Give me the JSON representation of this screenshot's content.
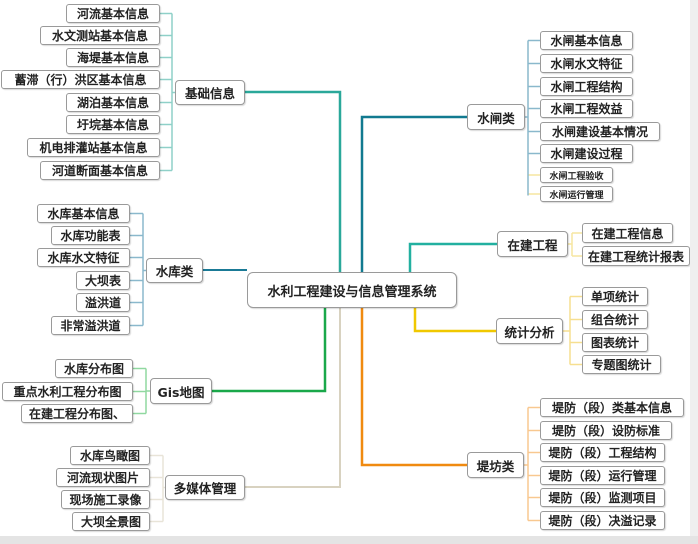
{
  "root": "水利工程建设与信息管理系统",
  "branches": {
    "basic": {
      "label": "基础信息",
      "items": [
        "河流基本信息",
        "水文测站基本信息",
        "海堤基本信息",
        "蓄滞（行）洪区基本信息",
        "湖泊基本信息",
        "圩垸基本信息",
        "机电排灌站基本信息",
        "河道断面基本信息"
      ]
    },
    "reservoir": {
      "label": "水库类",
      "items": [
        "水库基本信息",
        "水库功能表",
        "水库水文特征",
        "大坝表",
        "溢洪道",
        "非常溢洪道"
      ]
    },
    "gis": {
      "label": "Gis地图",
      "items": [
        "水库分布图",
        "重点水利工程分布图",
        "在建工程分布图、"
      ]
    },
    "media": {
      "label": "多媒体管理",
      "items": [
        "水库鸟瞰图",
        "河流现状图片",
        "现场施工录像",
        "大坝全景图"
      ]
    },
    "sluice": {
      "label": "水闸类",
      "items": [
        "水闸基本信息",
        "水闸水文特征",
        "水闸工程结构",
        "水闸工程效益",
        "水闸建设基本情况",
        "水闸建设过程",
        "水闸工程验收",
        "水闸运行管理"
      ]
    },
    "construction": {
      "label": "在建工程",
      "items": [
        "在建工程信息",
        "在建工程统计报表"
      ]
    },
    "stats": {
      "label": "统计分析",
      "items": [
        "单项统计",
        "组合统计",
        "图表统计",
        "专题图统计"
      ]
    },
    "levee": {
      "label": "堤坊类",
      "items": [
        "堤防（段）类基本信息",
        "堤防（段）设防标准",
        "堤防（段）工程结构",
        "堤防（段）运行管理",
        "堤防（段）监测项目",
        "堤防（段）决溢记录"
      ]
    }
  },
  "colors": {
    "basic": "#2aa89a",
    "reservoir": "#1a7a96",
    "gis": "#1aa84a",
    "media": "#d8d2c0",
    "sluice": "#127a90",
    "construction": "#22b0a0",
    "stats": "#f0c800",
    "levee": "#f08a10",
    "leaf_basic": "#8fd0c8",
    "leaf_reservoir": "#8ab8cc",
    "leaf_gis": "#90d8a0",
    "leaf_media": "#e8e4d8",
    "leaf_sluice": "#8ab8cc",
    "leaf_sluice_alt": "#f6e6a0",
    "leaf_construction": "#f6e6a0",
    "leaf_stats": "#f6df90",
    "leaf_levee": "#f8c890"
  }
}
